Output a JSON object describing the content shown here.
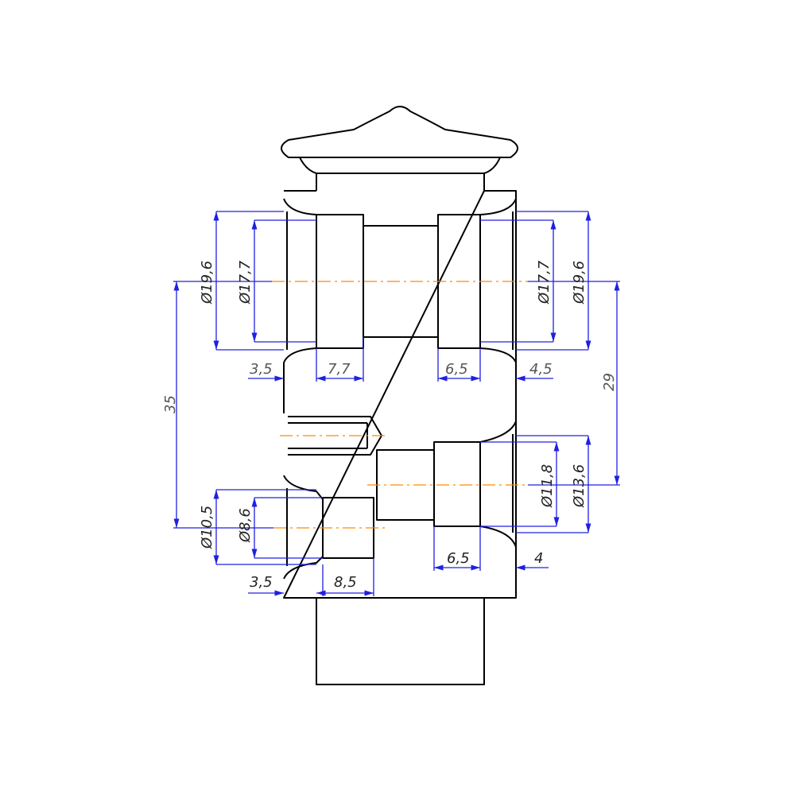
{
  "colors": {
    "outline": "#000000",
    "dimension": "#2020e0",
    "centerline": "#ff8a00",
    "background": "#ffffff"
  },
  "dimensions": {
    "d196_left": "Ø19,6",
    "d177_left": "Ø17,7",
    "d177_right": "Ø17,7",
    "d196_right": "Ø19,6",
    "l35_top_left": "3,5",
    "l77": "7,7",
    "l65_top": "6,5",
    "l45": "4,5",
    "d35_vertical": "35",
    "d29_vertical": "29",
    "d105": "Ø10,5",
    "d86": "Ø8,6",
    "d118": "Ø11,8",
    "d136": "Ø13,6",
    "l65_bottom": "6,5",
    "l4": "4",
    "l35_bottom_left": "3,5",
    "l85": "8,5"
  }
}
